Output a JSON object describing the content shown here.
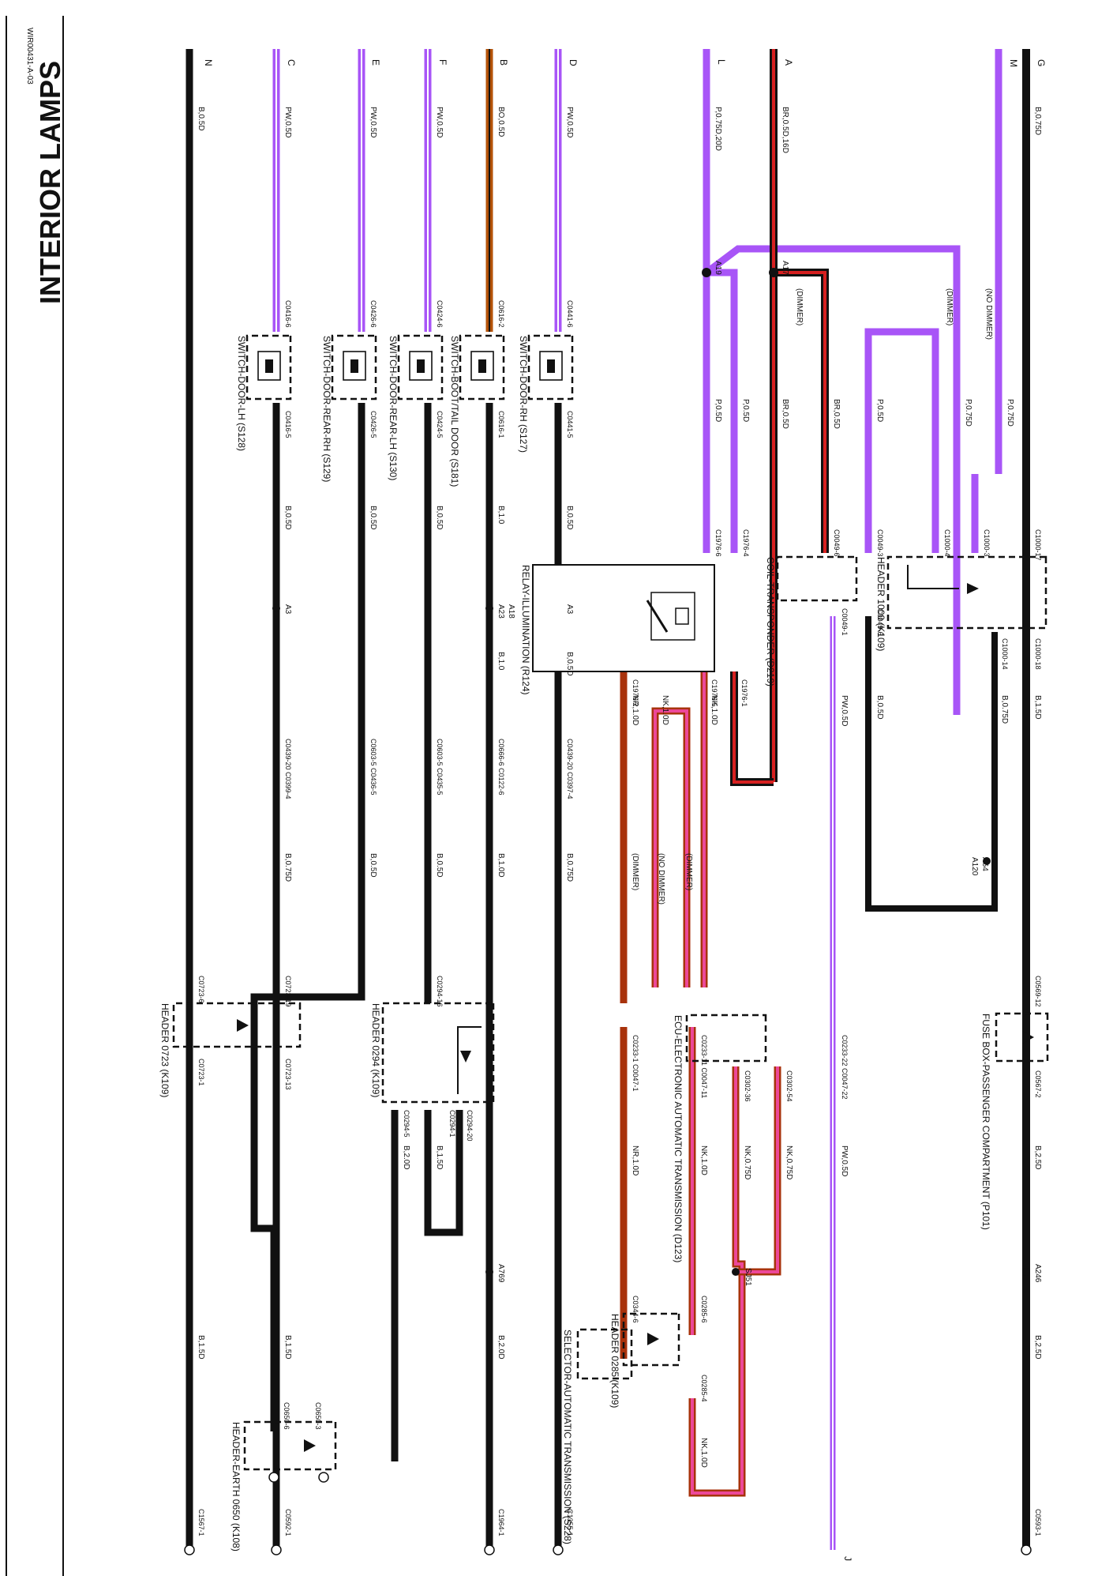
{
  "title": "INTERIOR LAMPS",
  "doc_ref": "WIR00431-A-03",
  "colors": {
    "black": "#111111",
    "purple": "#a855f7",
    "red": "#d62020",
    "orange_brown": "#b45309",
    "pink": "#ec4899",
    "rust": "#a8320c",
    "white_stripe": "#ffffff"
  },
  "continuations": {
    "N": "N",
    "C": "C",
    "E": "E",
    "F": "F",
    "B": "B",
    "D": "D",
    "L": "L",
    "A": "A",
    "M": "M",
    "G": "G",
    "J": "J"
  },
  "wires": {
    "n_top": "B,0.5D",
    "n_bot": "B,1.5D",
    "c_top": "PW,0.5D",
    "c_mid": "B,0.5D",
    "c_low": "B,0.75D",
    "c_bot": "B,1.5D",
    "e_top": "PW,0.5D",
    "e_mid": "B,0.5D",
    "e_low": "B,0.5D",
    "f_top": "PW,0.5D",
    "f_mid": "B,0.5D",
    "f_low": "B,0.5D",
    "b_top": "BO,0.5D",
    "b_mid": "B,1.0",
    "b_mid2": "B,1.0",
    "b_low": "B,1.0D",
    "b_bot": "B,2.0D",
    "d_top": "PW,0.5D",
    "d_mid": "B,0.5D",
    "d_mid2": "B,0.5D",
    "d_low": "B,0.75D",
    "l_top": "P,0.75D,20D",
    "l_p05": "P,0.5D",
    "l_p05b": "P,0.5D",
    "a_top": "BR,0.5D,16D",
    "a_br05": "BR,0.5D",
    "a_br05b": "BR,0.5D",
    "m_p075": "P,0.75D",
    "m_p075b": "P,0.75D",
    "p05_coil": "P,0.5D",
    "g_top": "B,0.75D",
    "g_b15": "B,1.5D",
    "g_b25": "B,2.5D",
    "g_b25b": "B,2.5D",
    "bo075": "B,0.75D",
    "b05coil": "B,0.5D",
    "pw05": "PW,0.5D",
    "pw05b": "PW,0.5D",
    "nr100": "NR,1.0D",
    "nk100a": "NK,1.0D",
    "nk100b": "NK,1.0D",
    "nr100b": "NR,1.0D",
    "nk100c": "NK,1.0D",
    "nk075a": "NK,0.75D",
    "nk075b": "NK,0.75D",
    "nk100d": "NK,1.0D",
    "b15h": "B,1.5D",
    "b20h": "B,2.0D"
  },
  "labels": {
    "dimmer": "(DIMMER)",
    "no_dimmer": "(NO DIMMER)"
  },
  "splices": {
    "a17": "A17",
    "a19": "A19",
    "a3a": "A3",
    "a3b": "A3",
    "a18": "A18",
    "a23": "A23",
    "a64": "A64",
    "a120": "A120",
    "a246": "A246",
    "a769": "A769",
    "sj51": "SJ51"
  },
  "components": {
    "sw_lh": "SWITCH-DOOR-LH (S128)",
    "sw_rear_rh": "SWITCH-DOOR-REAR-RH (S129)",
    "sw_rear_lh": "SWITCH-DOOR-REAR-LH (S130)",
    "sw_boot": "SWITCH-BOOT/TAIL DOOR (S181)",
    "sw_rh": "SWITCH-DOOR-RH (S127)",
    "relay": "RELAY-ILLUMINATION (R124)",
    "coil": "COIL-TRANSPONDER (D219)",
    "header1000": "HEADER 1000 (K109)",
    "hdr0723": "HEADER 0723 (K109)",
    "hdr0294": "HEADER 0294 (K109)",
    "fusebox": "FUSE BOX-PASSENGER COMPARTMENT (P101)",
    "ecu": "ECU-ELECTRONIC AUTOMATIC TRANSMISSION (D123)",
    "hdr0285": "HEADER 0285 (K109)",
    "selector": "SELECTOR-AUTOMATIC TRANSMISSION (S228)",
    "earth0650": "HEADER-EARTH 0650 (K108)"
  },
  "pins": {
    "c0416_6": "C0416-6",
    "c0416_5": "C0416-5",
    "c0426_6": "C0426-6",
    "c0426_5": "C0426-5",
    "c0424_6": "C0424-6",
    "c0424_5": "C0424-5",
    "c0616_2": "C0616-2",
    "c0616_1": "C0616-1",
    "c0441_6": "C0441-6",
    "c0441_5": "C0441-5",
    "c0439_a": "C0439-20 C0399-4",
    "c0603_a": "C0603-5 C0436-5",
    "c0603_b": "C0603-5 C0435-5",
    "c0666": "C0666-6 C0122-6",
    "c0439_b": "C0439-20 C0397-4",
    "c0723_6": "C0723-6",
    "c0723_19": "C0723-19",
    "c0723_1": "C0723-1",
    "c0723_13": "C0723-13",
    "c0294_16": "C0294-16",
    "c0294_1": "C0294-1",
    "c0294_5": "C0294-5",
    "c0294_20": "C0294-20",
    "c1567": "C1567-1",
    "c0592": "C0592-1",
    "c1964": "C1964-1",
    "c1355": "C1355-1",
    "c0593": "C0593-1",
    "c0650_6": "C0650-6",
    "c0650_3": "C0650-3",
    "c1976_6": "C1976-6",
    "c1976_4": "C1976-4",
    "c1976_5": "C1976-5",
    "c1976_2": "C1976-2",
    "c1976_1": "C1976-1",
    "c0049_6a": "C0049-6",
    "c0049_3": "C0049-3",
    "c0049_1": "C0049-1",
    "c0049_6b": "C0049-6",
    "c1000_4": "C1000-4",
    "c1000_3": "C1000-3",
    "c1000_17": "C1000-17",
    "c1000_14": "C1000-14",
    "c1000_18": "C1000-18",
    "c0569_12": "C0569-12",
    "c0567_2": "C0567-2",
    "c0233_1": "C0233-1 C0047-1",
    "c0233_11": "C0233-11 C0047-11",
    "c0233_22": "C0233-22 C0047-22",
    "c0344": "C0344-6",
    "c0285_6": "C0285-6",
    "c0285_4": "C0285-4",
    "c0302_36": "C0302-36",
    "c0302_54": "C0302-54"
  }
}
